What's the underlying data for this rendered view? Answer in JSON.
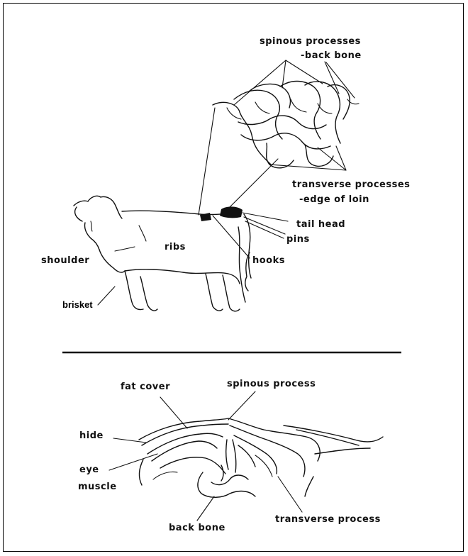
{
  "top_diagram": {
    "labels": {
      "spinous_processes": "spinous processes",
      "back_bone": "-back bone",
      "transverse_processes": "transverse processes",
      "edge_of_loin": "-edge of loin",
      "tail_head": "tail head",
      "pins": "pins",
      "hooks": "hooks",
      "ribs": "ribs",
      "shoulder": "shoulder",
      "brisket": "brisket"
    }
  },
  "bottom_diagram": {
    "labels": {
      "fat_cover": "fat cover",
      "spinous_process": "spinous process",
      "hide": "hide",
      "eye": "eye",
      "muscle": "muscle",
      "back_bone": "back bone",
      "transverse_process": "transverse process"
    }
  }
}
